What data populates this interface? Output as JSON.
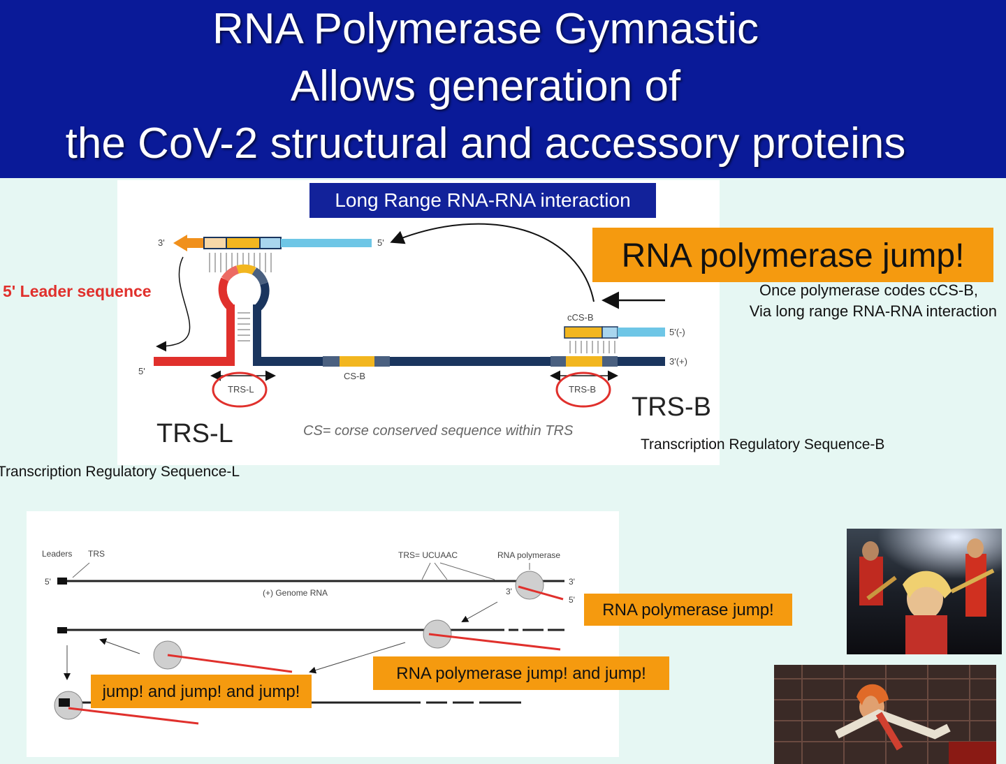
{
  "title": {
    "line1": "RNA Polymerase Gymnastic",
    "line2": "Allows generation of",
    "line3": "the CoV-2 structural and accessory proteins"
  },
  "top_diagram": {
    "header_box": "Long Range RNA-RNA interaction",
    "jump_callout": "RNA polymerase jump!",
    "note_line1": "Once polymerase codes cCS-B,",
    "note_line2": "Via long range RNA-RNA interaction",
    "leader_label": "5' Leader sequence",
    "labels": {
      "three_prime_top": "3'",
      "five_prime_top": "5'",
      "five_prime_left": "5'",
      "ccs_b": "cCS-B",
      "five_minus": "5'(-)",
      "three_plus": "3'(+)",
      "cs_b": "CS-B",
      "trs_l_small": "TRS-L",
      "trs_b_small": "TRS-B"
    },
    "trs_l": "TRS-L",
    "trs_l_desc": "Transcription Regulatory Sequence-L",
    "trs_b": "TRS-B",
    "trs_b_desc": "Transcription Regulatory Sequence-B",
    "cs_caption": "CS= corse conserved sequence within TRS",
    "colors": {
      "leader_red": "#e0302c",
      "genome_navy": "#1a355e",
      "cs_gold": "#f2b61f",
      "neg_strand_blue": "#6ec6e6",
      "arrow_orange": "#f0901c"
    }
  },
  "bottom_diagram": {
    "labels": {
      "leaders": "Leaders",
      "trs": "TRS",
      "trs_seq": "TRS= UCUAAC",
      "rna_pol": "RNA polymerase",
      "genome": "(+) Genome RNA",
      "five": "5'",
      "three": "3'",
      "three_b": "3'",
      "five_b": "5'"
    },
    "callout1": "RNA polymerase jump!",
    "callout2": "RNA polymerase jump! and jump!",
    "callout3": "jump! and jump! and jump!"
  },
  "photos": {
    "top_icon": "concert-photo",
    "bottom_icon": "aerial-jump-photo"
  }
}
